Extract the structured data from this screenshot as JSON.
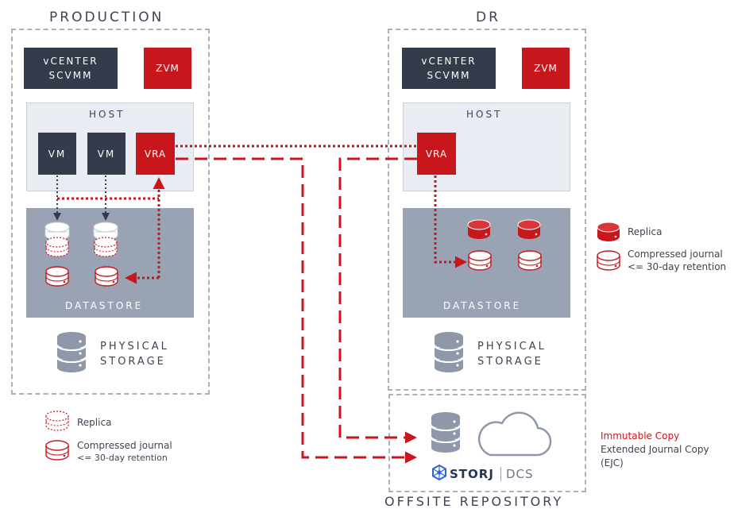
{
  "production": {
    "title": "PRODUCTION",
    "vcenter_line1": "vCENTER",
    "vcenter_line2": "SCVMM",
    "zvm": "ZVM",
    "host": "HOST",
    "vm1": "VM",
    "vm2": "VM",
    "vra": "VRA",
    "datastore": "DATASTORE",
    "physical_line1": "PHYSICAL",
    "physical_line2": "STORAGE"
  },
  "dr": {
    "title": "DR",
    "vcenter_line1": "vCENTER",
    "vcenter_line2": "SCVMM",
    "zvm": "ZVM",
    "host": "HOST",
    "vra": "VRA",
    "datastore": "DATASTORE",
    "physical_line1": "PHYSICAL",
    "physical_line2": "STORAGE"
  },
  "offsite": {
    "title": "OFFSITE REPOSITORY",
    "storj": "STORJ",
    "dcs": "DCS"
  },
  "legend_right": {
    "replica": "Replica",
    "journal_line1": "Compressed journal",
    "journal_line2": "<= 30-day retention"
  },
  "legend_bottom": {
    "replica": "Replica",
    "journal_line1": "Compressed journal",
    "journal_line2": "<= 30-day retention"
  },
  "immutable": {
    "line1": "Immutable Copy",
    "line2": "Extended Journal Copy",
    "line3": "(EJC)"
  },
  "colors": {
    "red": "#c8161d",
    "dark": "#343c4b",
    "datastore": "#9aa3b3",
    "host": "#e9edf3",
    "cylinder": "#8f98a8"
  }
}
